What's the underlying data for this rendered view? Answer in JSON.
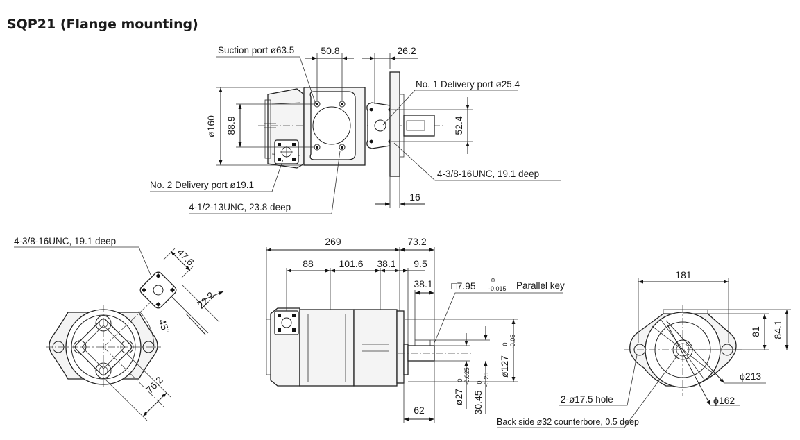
{
  "title": "SQP21 (Flange mounting)",
  "top_view": {
    "suction_port": "Suction port ø63.5",
    "dim_50_8": "50.8",
    "dim_26_2": "26.2",
    "delivery_port_1": "No. 1 Delivery port ø25.4",
    "dim_160": "ø160",
    "dim_88_9": "88.9",
    "dim_52_4": "52.4",
    "tapped_holes_1": "4-3/8-16UNC, 19.1 deep",
    "delivery_port_2": "No. 2 Delivery port ø19.1",
    "tapped_holes_2": "4-1/2-13UNC, 23.8 deep",
    "dim_16": "16"
  },
  "left_view": {
    "tapped_holes": "4-3/8-16UNC, 19.1 deep",
    "dim_47_6": "47.6",
    "dim_22_2": "22.2",
    "angle": "45°",
    "dim_76_2": "76.2"
  },
  "front_view": {
    "dim_269": "269",
    "dim_73_2": "73.2",
    "dim_88": "88",
    "dim_101_6": "101.6",
    "dim_38_1a": "38.1",
    "dim_9_5": "9.5",
    "dim_38_1b": "38.1",
    "key_size": "□7.95",
    "key_tol_upper": "0",
    "key_tol_lower": "-0.015",
    "key_label": "Parallel key",
    "shaft_dia": "ø27",
    "shaft_tol_upper": "0",
    "shaft_tol_lower": "-0.025",
    "key_height": "30.45",
    "key_height_tol_upper": "0",
    "key_height_tol_lower": "-0.25",
    "pilot_dia": "ø127",
    "pilot_tol_upper": "0",
    "pilot_tol_lower": "-0.05",
    "dim_62": "62"
  },
  "right_view": {
    "dim_181": "181",
    "dim_81": "81",
    "dim_84_1": "84.1",
    "dim_213": "ϕ213",
    "holes": "2-ø17.5 hole",
    "dim_162": "ϕ162",
    "counterbore": "Back side ø32 counterbore, 0.5 deep"
  }
}
